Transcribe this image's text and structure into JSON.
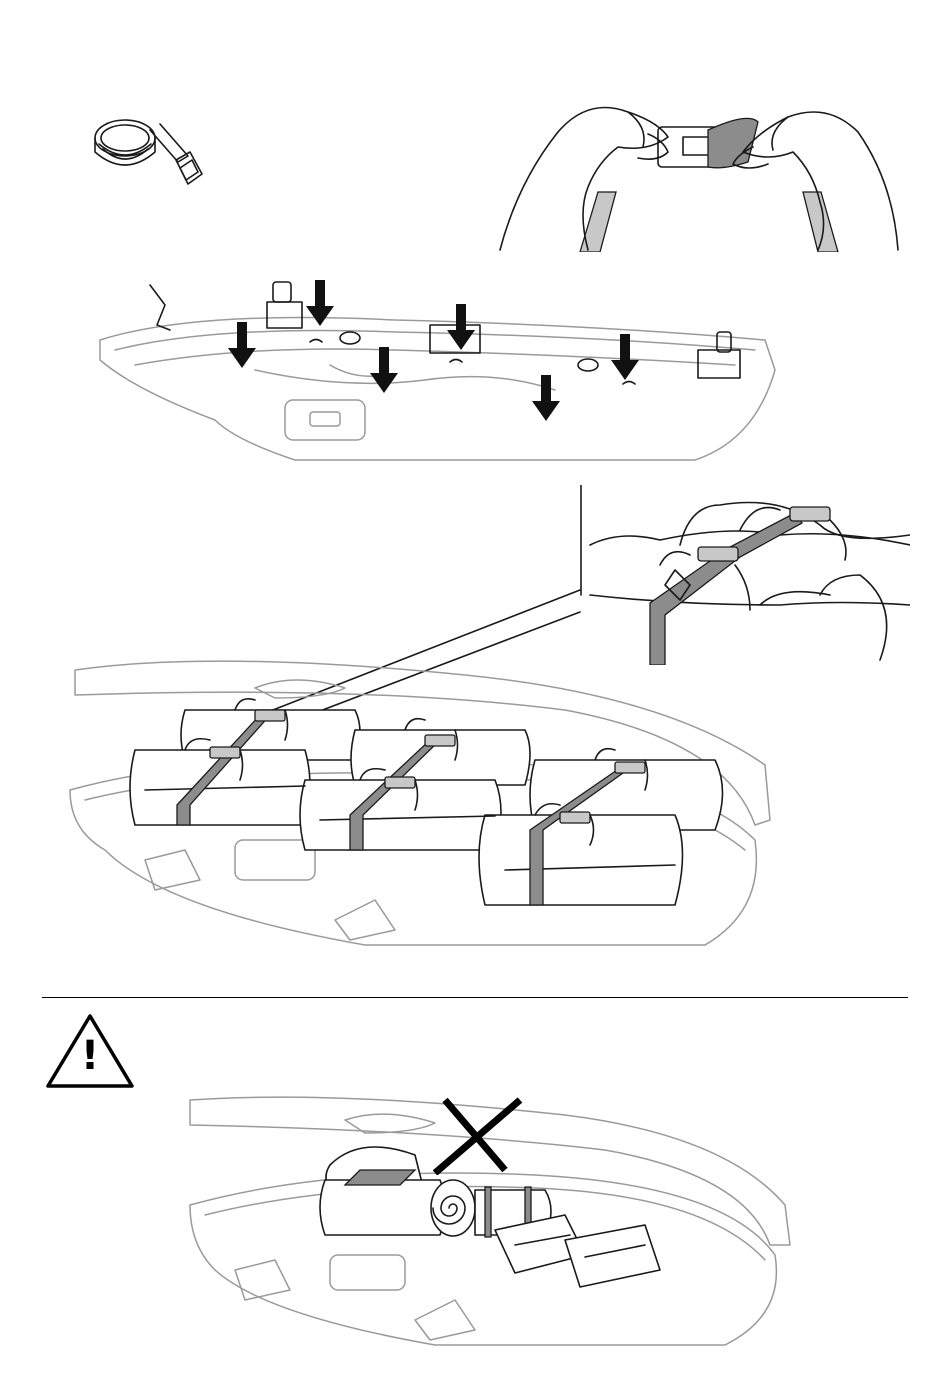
{
  "manual": {
    "panels": [
      {
        "id": "strap-roll"
      },
      {
        "id": "buckle-hands"
      },
      {
        "id": "box-mounting-points"
      },
      {
        "id": "strap-closeup"
      },
      {
        "id": "box-loaded-correct"
      },
      {
        "id": "warning"
      },
      {
        "id": "box-loaded-incorrect"
      }
    ],
    "warning": {
      "symbol": "!"
    },
    "incorrect_mark": {
      "symbol": "X"
    },
    "colors": {
      "line": "#1a1a1a",
      "box_outline": "#9a9a9a",
      "strap": "#8c8c8c",
      "divider": "#000000"
    },
    "mounting_arrows": 6
  }
}
